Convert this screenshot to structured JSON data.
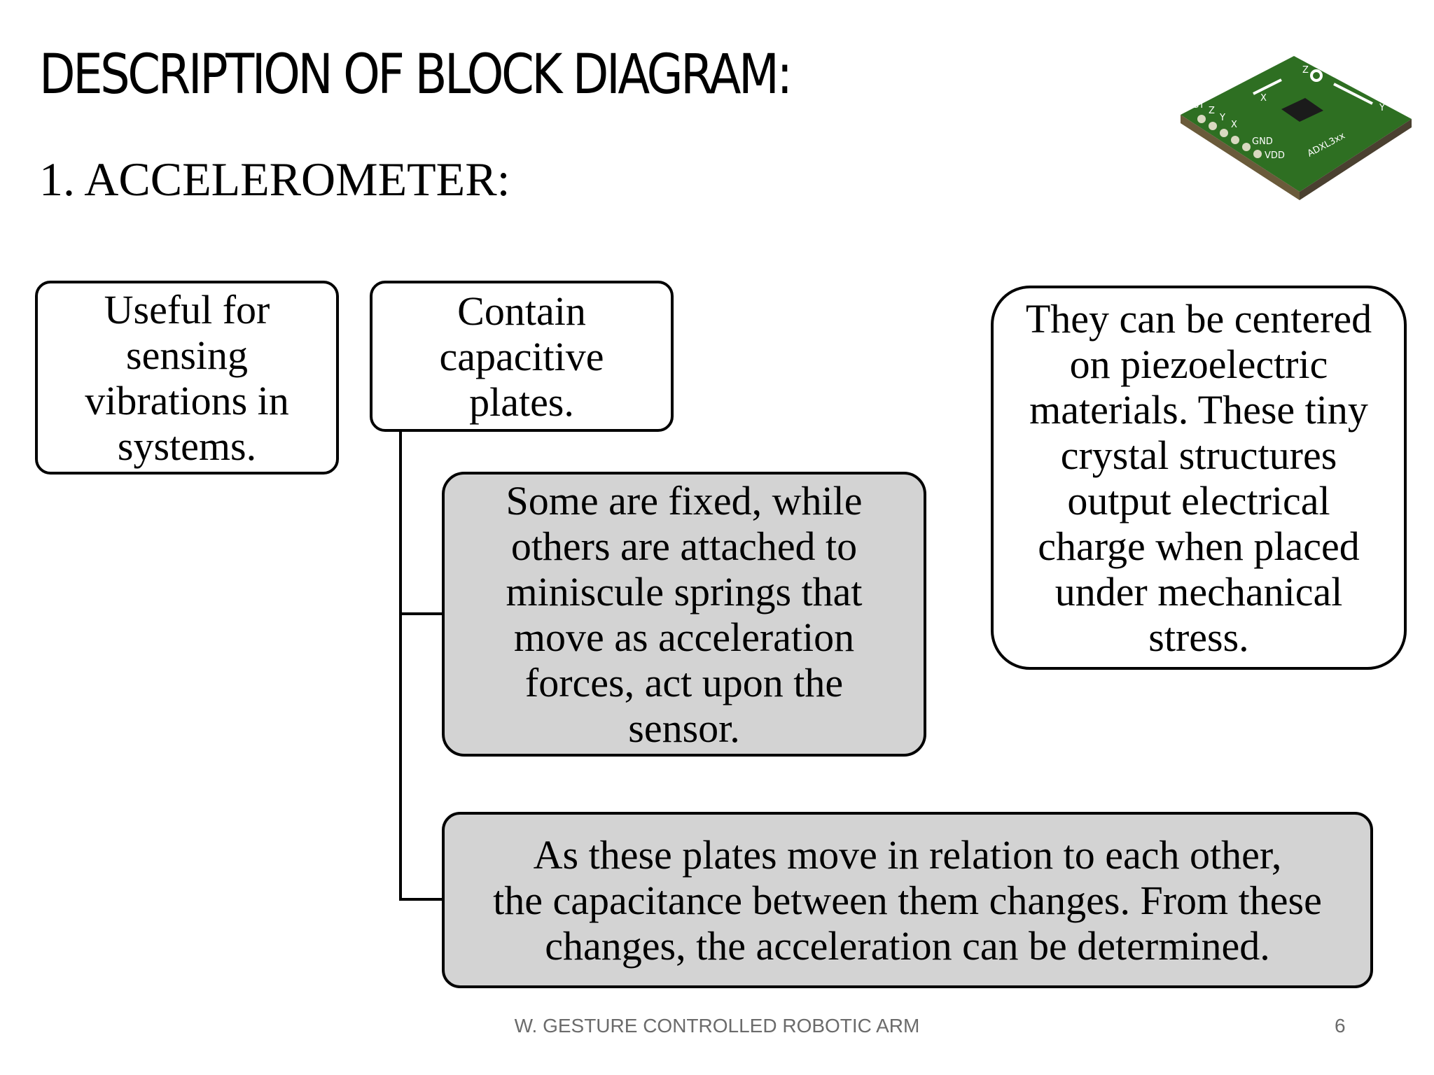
{
  "slide": {
    "title": "DESCRIPTION OF BLOCK DIAGRAM:",
    "subtitle": "1.  ACCELEROMETER:",
    "footer": "W. GESTURE CONTROLLED ROBOTIC ARM",
    "page_number": "6"
  },
  "boxes": {
    "useful": [
      "Useful for",
      "sensing",
      "vibrations in",
      "systems."
    ],
    "contain": [
      "Contain",
      "capacitive",
      "plates."
    ],
    "fixed": [
      "Some are fixed, while",
      "others are attached to",
      "miniscule springs that",
      "move as acceleration",
      "forces, act upon the",
      "sensor."
    ],
    "plates": [
      "As these plates move in relation to each other,",
      "the capacitance between them changes. From these",
      "changes, the acceleration can be determined."
    ],
    "piezo": [
      "They can be centered",
      "on piezoelectric",
      "materials. These tiny",
      "crystal structures",
      "output electrical",
      "charge when placed",
      "under mechanical",
      "stress."
    ]
  },
  "image": {
    "board_labels": [
      "ST",
      "Z",
      "Y",
      "X",
      "GND",
      "VDD",
      "ADXL3xx",
      "X",
      "Y",
      "Z"
    ]
  }
}
